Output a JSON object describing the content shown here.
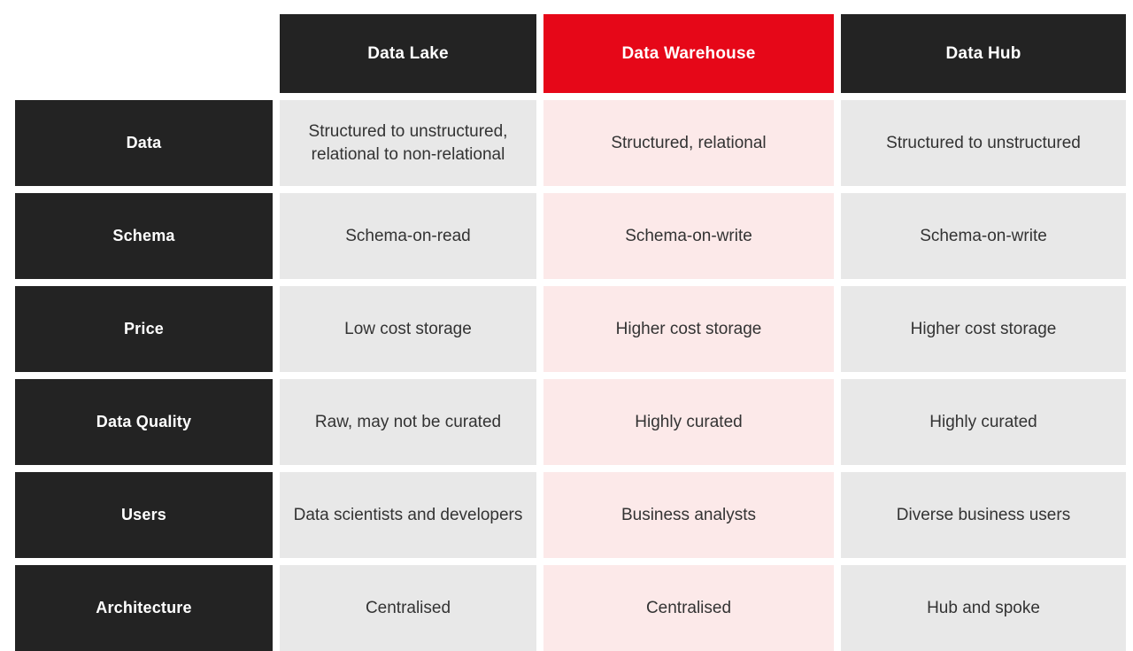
{
  "theme": {
    "accent_color": "#e60718",
    "accent_tint": "#fce9e9",
    "dark": "#232323",
    "neutral": "#e8e8e8",
    "text_dark": "#333333",
    "text_light": "#ffffff",
    "page_background": "#ffffff"
  },
  "table": {
    "corner_label": "",
    "columns": [
      {
        "key": "lake",
        "label": "Data Lake",
        "highlighted": false
      },
      {
        "key": "warehouse",
        "label": "Data Warehouse",
        "highlighted": true
      },
      {
        "key": "hub",
        "label": "Data Hub",
        "highlighted": false
      }
    ],
    "rows": [
      {
        "label": "Data",
        "values": [
          "Structured to unstructured, relational to non-relational",
          "Structured, relational",
          "Structured to unstructured"
        ]
      },
      {
        "label": "Schema",
        "values": [
          "Schema-on-read",
          "Schema-on-write",
          "Schema-on-write"
        ]
      },
      {
        "label": "Price",
        "values": [
          "Low cost storage",
          "Higher cost storage",
          "Higher cost storage"
        ]
      },
      {
        "label": "Data Quality",
        "values": [
          "Raw, may not be curated",
          "Highly curated",
          "Highly curated"
        ]
      },
      {
        "label": "Users",
        "values": [
          "Data scientists and developers",
          "Business analysts",
          "Diverse business users"
        ]
      },
      {
        "label": "Architecture",
        "values": [
          "Centralised",
          "Centralised",
          "Hub and spoke"
        ]
      }
    ]
  }
}
